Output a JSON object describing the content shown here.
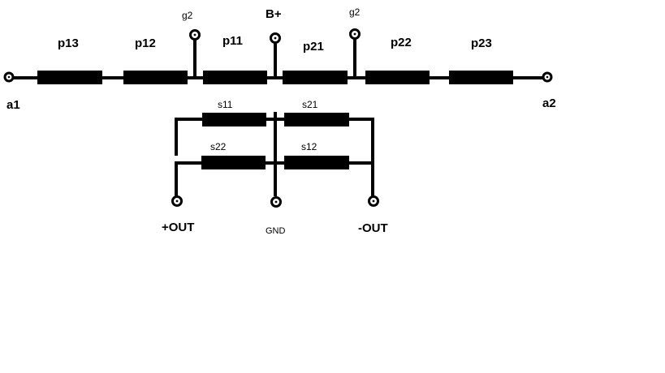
{
  "terminals": {
    "a1": "a1",
    "a2": "a2",
    "g2_left": "g2",
    "g2_right": "g2",
    "b_plus": "B+",
    "out_plus": "+OUT",
    "gnd": "GND",
    "out_minus": "-OUT"
  },
  "primary_windings": [
    "p13",
    "p12",
    "p11",
    "p21",
    "p22",
    "p23"
  ],
  "secondary_windings": {
    "top": [
      "s11",
      "s21"
    ],
    "bottom": [
      "s22",
      "s12"
    ]
  },
  "colors": {
    "line": "#000000",
    "background": "#ffffff"
  }
}
